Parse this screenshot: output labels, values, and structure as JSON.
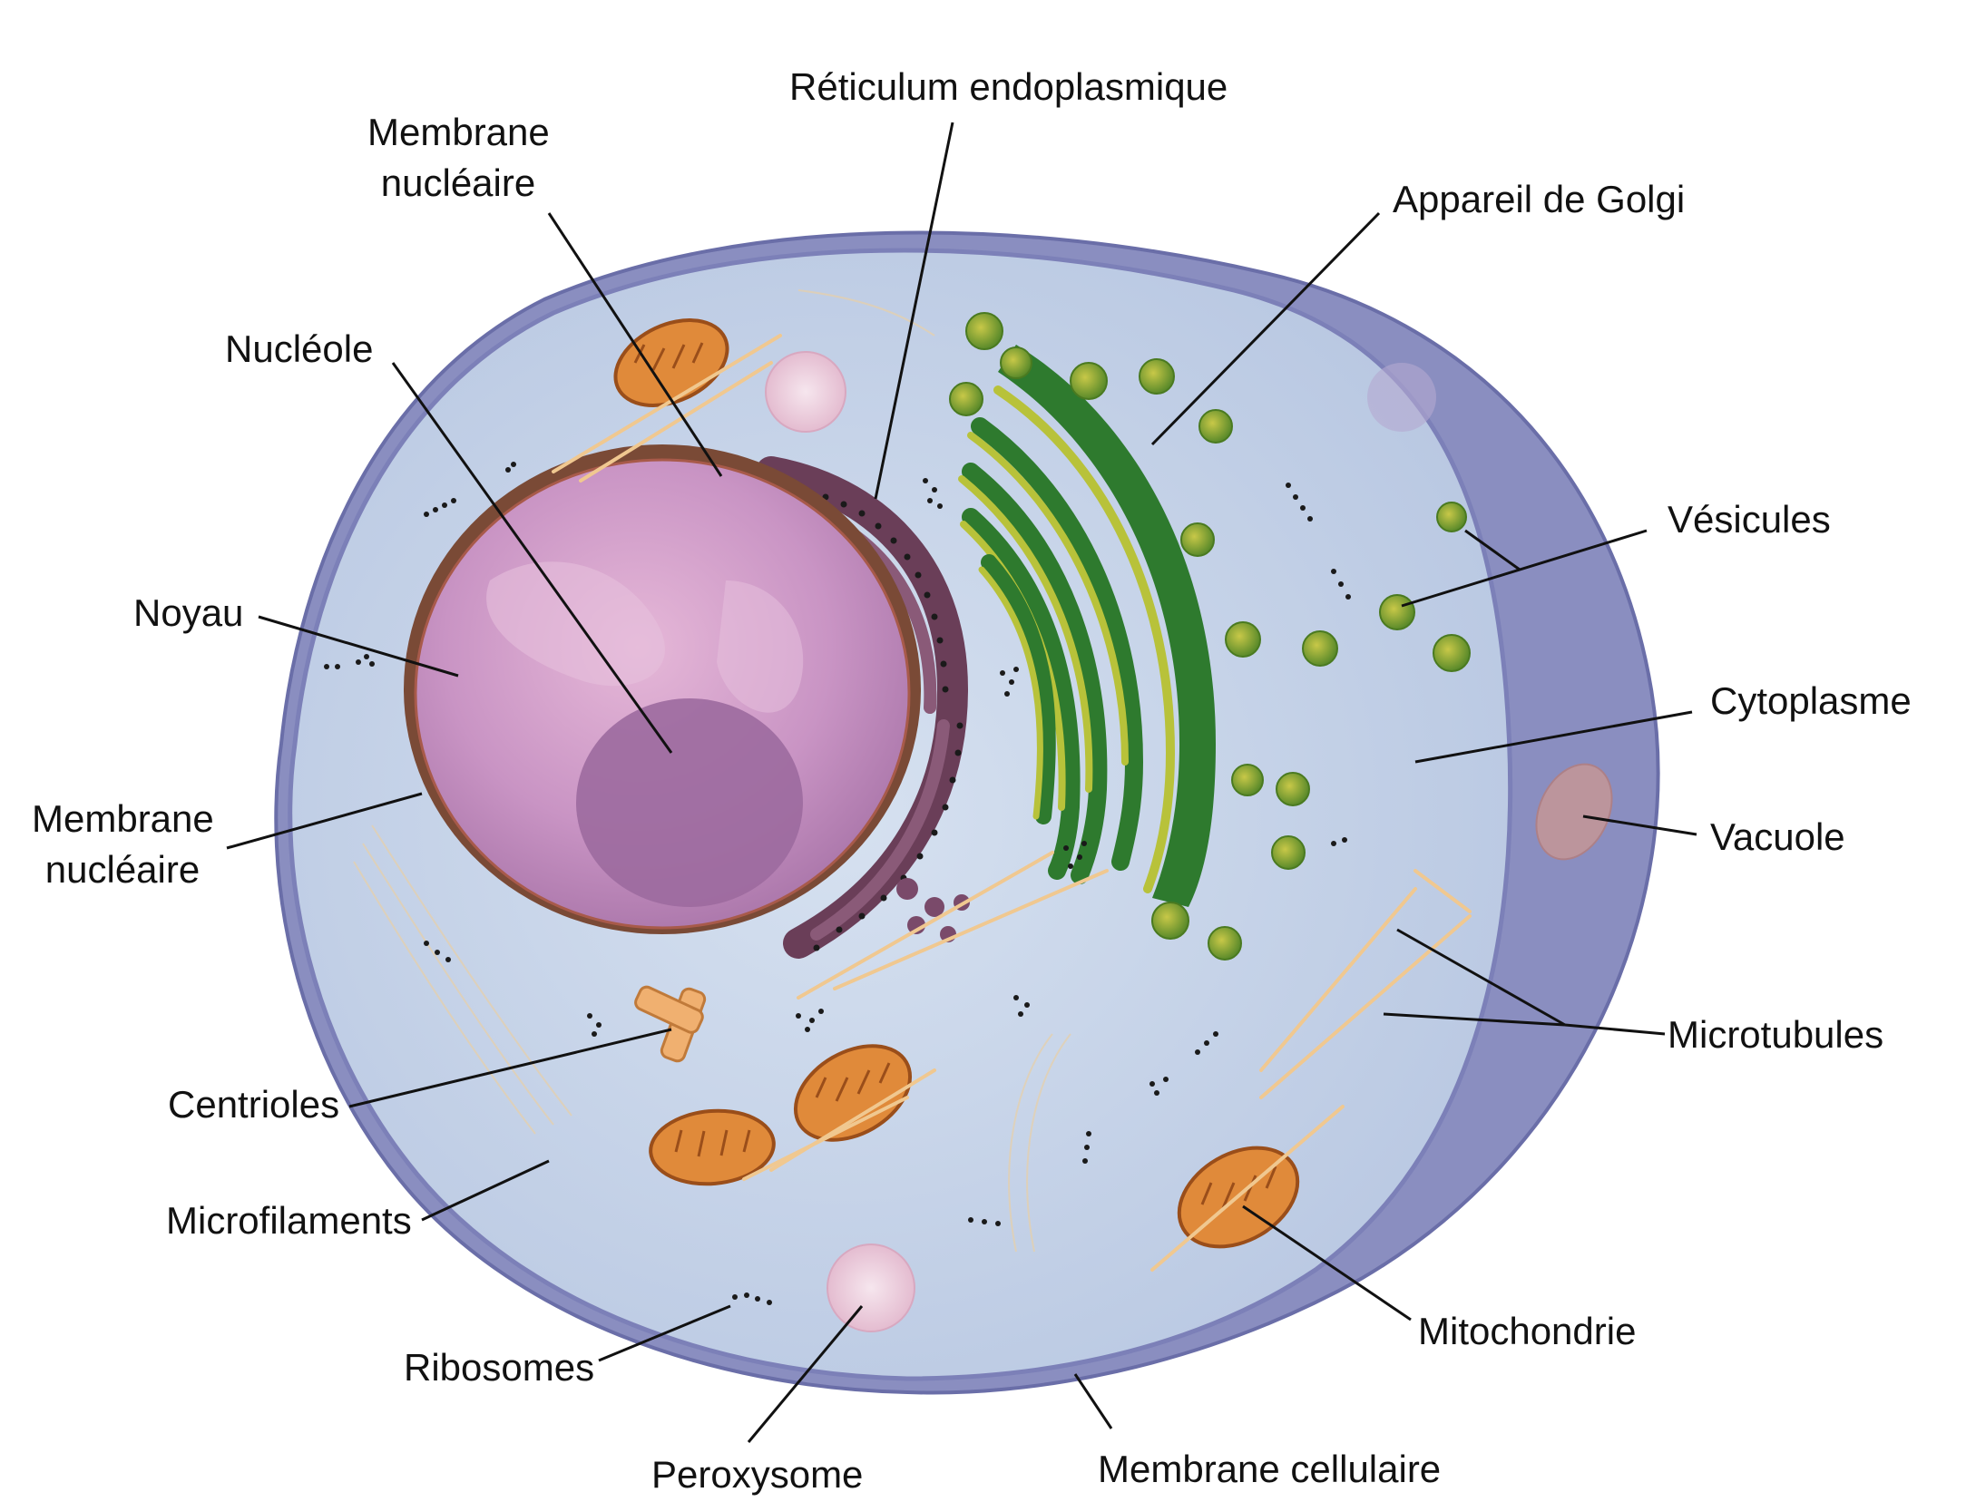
{
  "labels": {
    "reticulum": "Réticulum endoplasmique",
    "membrane_nucleaire_top": "Membrane\nnucléaire",
    "golgi": "Appareil de Golgi",
    "nucleole": "Nucléole",
    "noyau": "Noyau",
    "membrane_nucleaire_left": "Membrane\nnucléaire",
    "vesicules": "Vésicules",
    "cytoplasme": "Cytoplasme",
    "vacuole": "Vacuole",
    "microtubules": "Microtubules",
    "centrioles": "Centrioles",
    "microfilaments": "Microfilaments",
    "ribosomes": "Ribosomes",
    "peroxysome": "Peroxysome",
    "mitochondrie": "Mitochondrie",
    "membrane_cellulaire": "Membrane cellulaire"
  },
  "colors": {
    "cell_outer": "#8a8ec0",
    "cytoplasm": "#c9d6ea",
    "nucleus": "#c892c0",
    "nucleolus": "#9c6a9e",
    "nuclear_envelope": "#7a4a36",
    "golgi_green": "#2e7a2e",
    "golgi_yellow": "#b8c23a",
    "mitochondria": "#e08a3a",
    "peroxisome": "#f0d4e0",
    "microtubule": "#f0c890",
    "leader_line": "#111111"
  }
}
